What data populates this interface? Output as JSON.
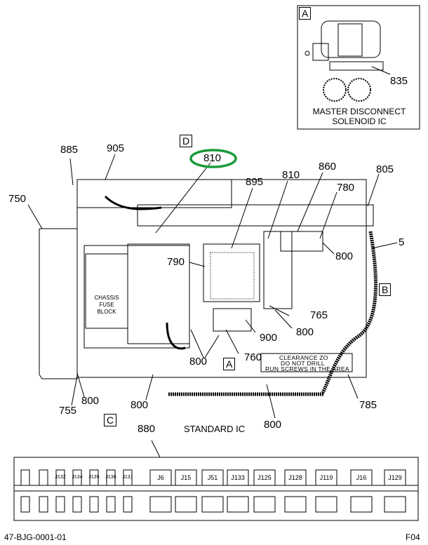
{
  "inset": {
    "letter": "A",
    "part_number": "835",
    "caption_line1": "MASTER DISCONNECT",
    "caption_line2": "SOLENOID IC"
  },
  "callouts": {
    "c885": "885",
    "c905": "905",
    "c750": "750",
    "c810_top": "810",
    "c895": "895",
    "c810_right": "810",
    "c860": "860",
    "c805": "805",
    "c780": "780",
    "c5": "5",
    "c800_right": "800",
    "c790": "790",
    "c765": "765",
    "c800_mid": "800",
    "c900": "900",
    "c760": "760",
    "c800_lower": "800",
    "c755": "755",
    "c800_bl": "800",
    "c800_b": "800",
    "c785": "785",
    "c800_bottom": "800",
    "c880": "880"
  },
  "view_letters": {
    "d": "D",
    "a": "A",
    "b": "B",
    "c": "C"
  },
  "fuse_block_lines": [
    "CHASSIS",
    "FUSE",
    "BLOCK"
  ],
  "clearance_lines": [
    "CLEARANCE ZO",
    "DO NOT DRILL",
    "RUN SCREWS IN THE AREA"
  ],
  "standard_label": "STANDARD IC",
  "connector_labels": [
    "J132",
    "J134",
    "J135",
    "J136",
    "J131",
    "J6",
    "J15",
    "J51",
    "J133",
    "J125",
    "J128",
    "J119",
    "J16",
    "J129"
  ],
  "footer": {
    "left": "47-BJG-0001-01",
    "right": "F04"
  },
  "colors": {
    "highlight": "#1a9a3a",
    "line": "#000000"
  }
}
